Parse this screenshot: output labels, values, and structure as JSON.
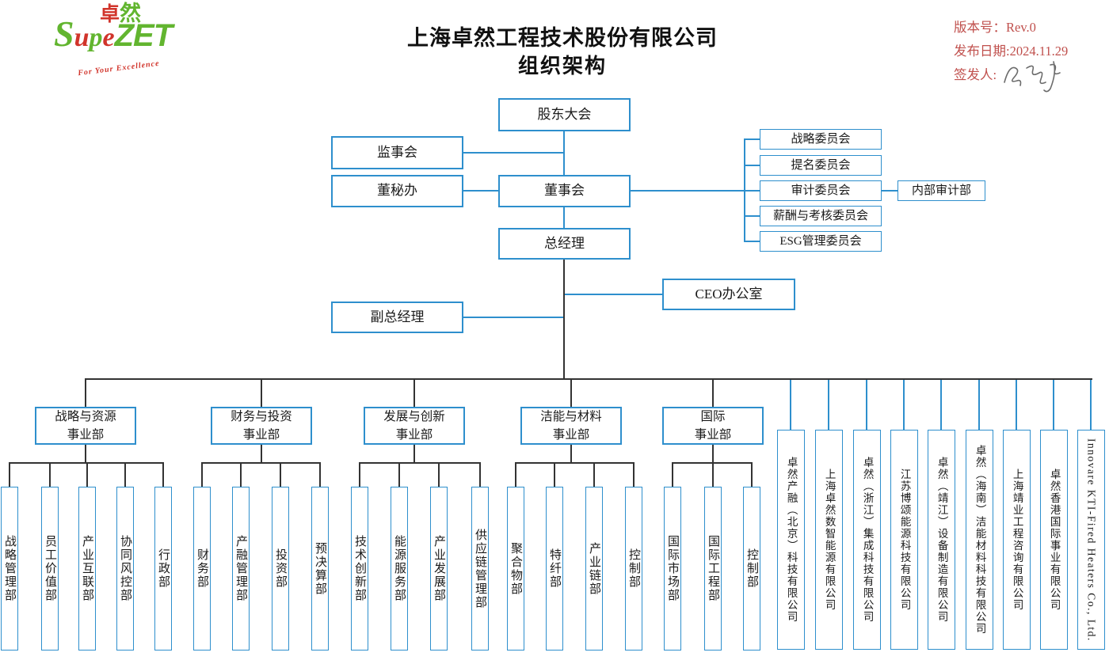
{
  "header": {
    "title_line1": "上海卓然工程技术股份有限公司",
    "title_line2": "组织架构",
    "meta": {
      "version": "版本号：Rev.0",
      "release_date": "发布日期:2024.11.29",
      "signer": "签发人:"
    },
    "logo": {
      "hanzi_1": "卓",
      "hanzi_2": "然",
      "word_s": "S",
      "word_u": "u",
      "word_p": "p",
      "word_e": "e",
      "word_zet": "ZET",
      "tagline": "For Your Excellence"
    }
  },
  "colors": {
    "box_border": "#2e8fcd",
    "line_black": "#333333",
    "meta_red": "#c0504d",
    "logo_green": "#62b52f",
    "logo_red": "#d1342b"
  },
  "org": {
    "shareholders": "股东大会",
    "supervisory_board": "监事会",
    "board_secretary_office": "董秘办",
    "board_of_directors": "董事会",
    "general_manager": "总经理",
    "ceo_office": "CEO办公室",
    "deputy_general_manager": "副总经理",
    "internal_audit": "内部审计部",
    "committees": [
      "战略委员会",
      "提名委员会",
      "审计委员会",
      "薪酬与考核委员会",
      "ESG管理委员会"
    ],
    "divisions": [
      {
        "line1": "战略与资源",
        "line2": "事业部",
        "departments": [
          "战略管理部",
          "员工价值部",
          "产业互联部",
          "协同风控部",
          "行政部"
        ]
      },
      {
        "line1": "财务与投资",
        "line2": "事业部",
        "departments": [
          "财务部",
          "产融管理部",
          "投资部",
          "预决算部"
        ]
      },
      {
        "line1": "发展与创新",
        "line2": "事业部",
        "departments": [
          "技术创新部",
          "能源服务部",
          "产业发展部",
          "供应链管理部"
        ]
      },
      {
        "line1": "洁能与材料",
        "line2": "事业部",
        "departments": [
          "聚合物部",
          "特纤部",
          "产业链部",
          "控制部"
        ]
      },
      {
        "line1": "国际",
        "line2": "事业部",
        "departments": [
          "国际市场部",
          "国际工程部",
          "控制部"
        ]
      }
    ],
    "subsidiaries": [
      "卓然产融（北京）科技有限公司",
      "上海卓然数智能源有限公司",
      "卓然（浙江）集成科技有限公司",
      "江苏博颂能源科技有限公司",
      "卓然（靖江）设备制造有限公司",
      "卓然（海南）洁能材料科技有限公司",
      "上海靖业工程咨询有限公司",
      "卓然香港国际事业有限公司",
      "Innovare KTI-Fired Heaters Co., Ltd."
    ]
  }
}
